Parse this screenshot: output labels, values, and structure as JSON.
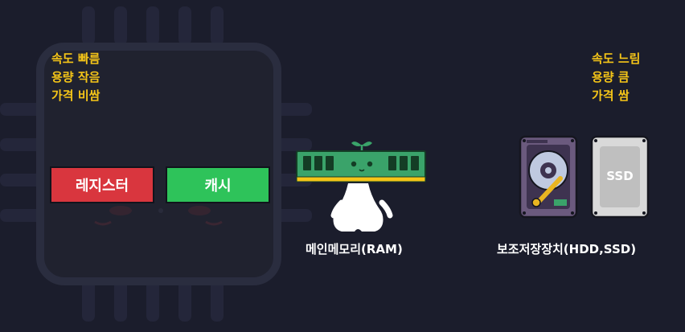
{
  "left_properties": [
    "속도 빠름",
    "용량 작음",
    "가격 비쌈"
  ],
  "right_properties": [
    "속도 느림",
    "용량 큼",
    "가격 쌈"
  ],
  "register_label": "레지스터",
  "cache_label": "캐시",
  "ram_caption": "메인메모리(RAM)",
  "storage_caption": "보조저장장치(HDD,SSD)",
  "ssd_label": "SSD",
  "colors": {
    "background": "#1b1d2c",
    "accent_yellow": "#f5c518",
    "register_red": "#d9363e",
    "cache_green": "#2ec35a",
    "ram_green": "#3aa36a"
  }
}
